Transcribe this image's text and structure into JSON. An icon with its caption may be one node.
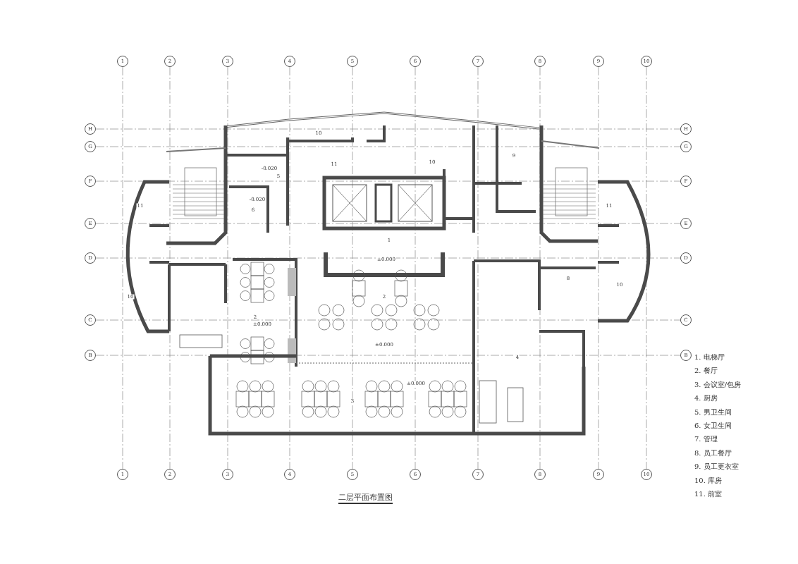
{
  "diagram": {
    "title": "二层平面布置图",
    "nodes": [
      {
        "text": [
          "1"
        ]
      },
      {
        "text": [
          "2"
        ]
      },
      {
        "text": [
          "3"
        ]
      },
      {
        "text": [
          "4"
        ]
      },
      {
        "text": [
          "5"
        ]
      },
      {
        "text": [
          "6"
        ]
      },
      {
        "text": [
          "7"
        ]
      },
      {
        "text": [
          "8"
        ]
      },
      {
        "text": [
          "9"
        ]
      },
      {
        "text": [
          "10"
        ]
      },
      {
        "text": [
          "H"
        ]
      },
      {
        "text": [
          "G"
        ]
      },
      {
        "text": [
          "F"
        ]
      },
      {
        "text": [
          "E"
        ]
      },
      {
        "text": [
          "D"
        ]
      },
      {
        "text": [
          "C"
        ]
      },
      {
        "text": [
          "B"
        ]
      },
      {
        "text": [
          "H"
        ]
      },
      {
        "text": [
          "G"
        ]
      },
      {
        "text": [
          "F"
        ]
      },
      {
        "text": [
          "E"
        ]
      },
      {
        "text": [
          "D"
        ]
      },
      {
        "text": [
          "C"
        ]
      },
      {
        "text": [
          "B"
        ]
      },
      {
        "text": [
          "1"
        ]
      },
      {
        "text": [
          "2"
        ]
      },
      {
        "text": [
          "3"
        ]
      },
      {
        "text": [
          "4"
        ]
      },
      {
        "text": [
          "5"
        ]
      },
      {
        "text": [
          "6"
        ]
      },
      {
        "text": [
          "7"
        ]
      },
      {
        "text": [
          "8"
        ]
      },
      {
        "text": [
          "9"
        ]
      },
      {
        "text": [
          "10"
        ]
      }
    ],
    "edges": [
      {
        "from": 0,
        "to": 24,
        "arrow": "none",
        "style": "dashed"
      },
      {
        "from": 1,
        "to": 25,
        "arrow": "none",
        "style": "dashed"
      },
      {
        "from": 2,
        "to": 26,
        "arrow": "none",
        "style": "dashed"
      },
      {
        "from": 3,
        "to": 27,
        "arrow": "none",
        "style": "dashed"
      },
      {
        "from": 4,
        "to": 28,
        "arrow": "none",
        "style": "dashed"
      },
      {
        "from": 5,
        "to": 29,
        "arrow": "none",
        "style": "dashed"
      },
      {
        "from": 6,
        "to": 30,
        "arrow": "none",
        "style": "dashed"
      },
      {
        "from": 7,
        "to": 31,
        "arrow": "none",
        "style": "dashed"
      },
      {
        "from": 8,
        "to": 32,
        "arrow": "none",
        "style": "dashed"
      },
      {
        "from": 9,
        "to": 33,
        "arrow": "none",
        "style": "dashed"
      },
      {
        "from": 10,
        "to": 17,
        "arrow": "none",
        "style": "dashed"
      },
      {
        "from": 11,
        "to": 18,
        "arrow": "none",
        "style": "dashed"
      },
      {
        "from": 12,
        "to": 19,
        "arrow": "none",
        "style": "dashed"
      },
      {
        "from": 13,
        "to": 20,
        "arrow": "none",
        "style": "dashed"
      },
      {
        "from": 14,
        "to": 21,
        "arrow": "none",
        "style": "dashed"
      },
      {
        "from": 15,
        "to": 22,
        "arrow": "none",
        "style": "dashed"
      },
      {
        "from": 16,
        "to": 23,
        "arrow": "none",
        "style": "dashed"
      }
    ],
    "labels": [
      "10",
      "11",
      "10",
      "-0.020",
      "5",
      "-0.020",
      "6",
      "9",
      "11",
      "11",
      "1",
      "±0.000",
      "8",
      "10",
      "10",
      "2",
      "±0.000",
      "2",
      "±0.000",
      "4",
      "±0.000",
      "3",
      "1. 电梯厅",
      "2. 餐厅",
      "3. 会议室/包房",
      "4. 厨房",
      "5. 男卫生间",
      "6. 女卫生间",
      "7. 管理",
      "8. 员工餐厅",
      "9. 员工更衣室",
      "10. 库房",
      "11. 前室"
    ]
  }
}
